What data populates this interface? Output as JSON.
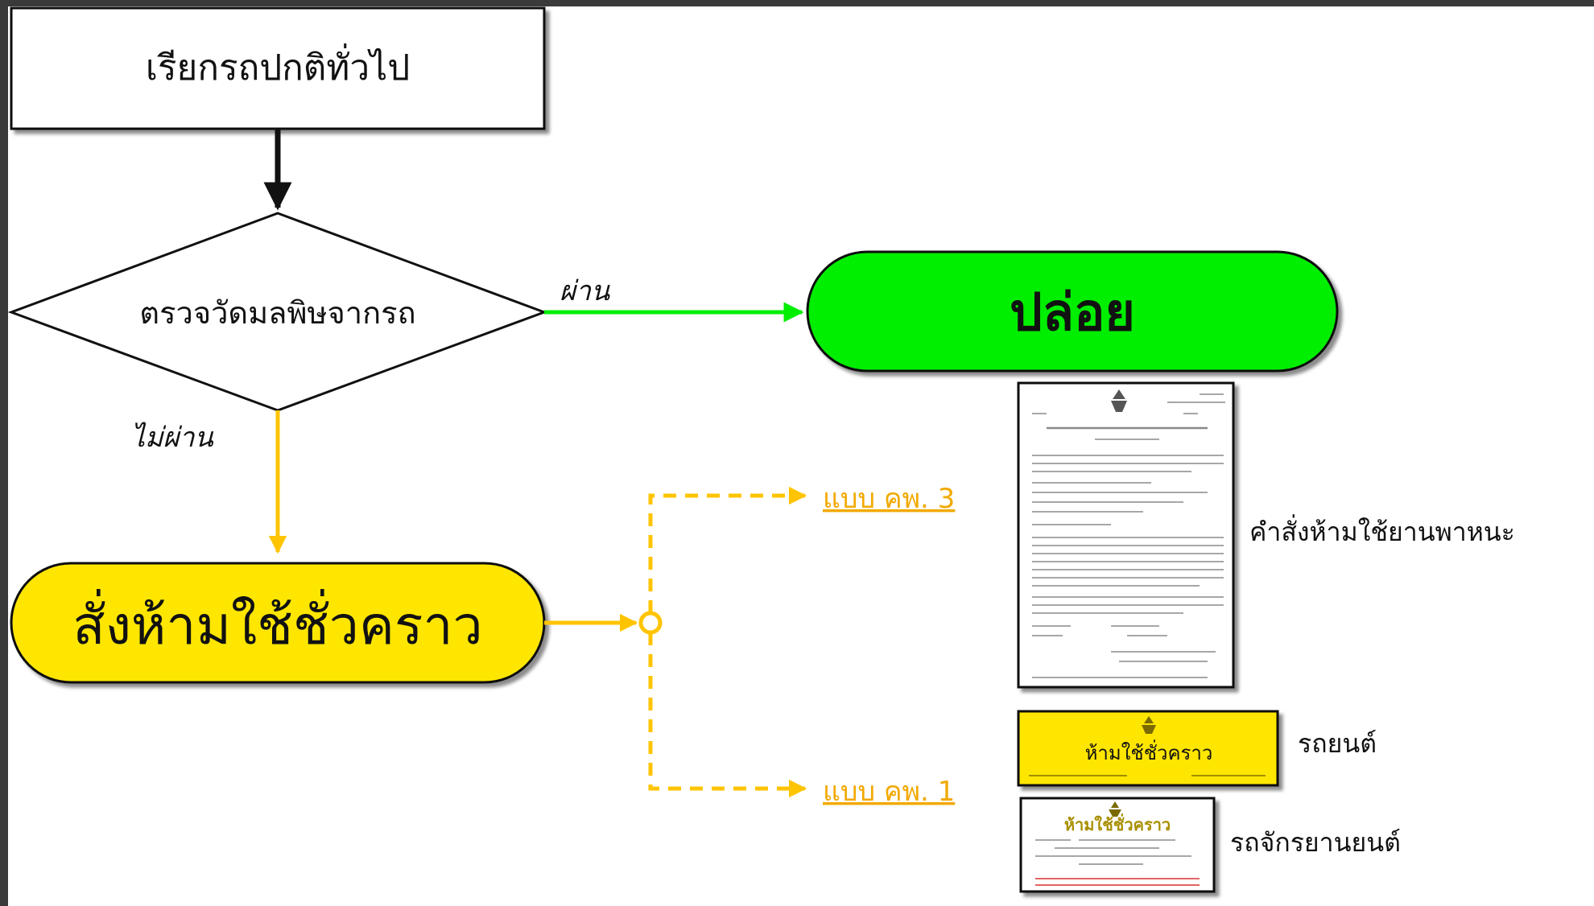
{
  "nodes": {
    "start": "เรียกรถปกติทั่วไป",
    "decision": "ตรวจวัดมลพิษจากรถ",
    "release": "ปล่อย",
    "temp_ban": "สั่งห้ามใช้ชั่วคราว"
  },
  "edges": {
    "pass": "ผ่าน",
    "fail": "ไม่ผ่าน"
  },
  "forms": {
    "form3": {
      "link": "แบบ คพ. 3",
      "caption": "คำสั่งห้ามใช้ยานพาหนะ"
    },
    "car_sticker": {
      "title": "ห้ามใช้ชั่วคราว",
      "caption": "รถยนต์"
    },
    "form1": {
      "link": "แบบ คพ. 1",
      "caption": "รถจักรยานยนต์"
    },
    "moto_sticker": {
      "title": "ห้ามใช้ชั่วคราว"
    }
  },
  "colors": {
    "frame": "#3a3a3a",
    "pass_green": "#00ee00",
    "warning_yellow": "#ffe600",
    "flow_yellow": "#ffc400",
    "link_orange": "#f2a900",
    "stroke": "#111111"
  }
}
